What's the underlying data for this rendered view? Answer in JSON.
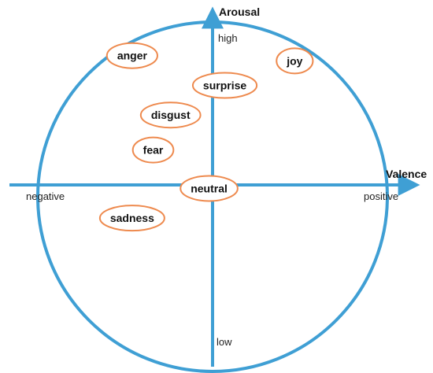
{
  "colors": {
    "axis": "#3f9fd4",
    "ellipse_stroke": "#ee8a4e",
    "text": "#111111"
  },
  "axes": {
    "vertical_title": "Arousal",
    "horizontal_title": "Valence",
    "high": "high",
    "low": "low",
    "negative": "negative",
    "positive": "positive"
  },
  "emotions": [
    {
      "label": "anger",
      "valence": -0.46,
      "arousal": 0.74
    },
    {
      "label": "joy",
      "valence": 0.47,
      "arousal": 0.71
    },
    {
      "label": "surprise",
      "valence": 0.07,
      "arousal": 0.57
    },
    {
      "label": "disgust",
      "valence": -0.24,
      "arousal": 0.4
    },
    {
      "label": "fear",
      "valence": -0.34,
      "arousal": 0.2
    },
    {
      "label": "neutral",
      "valence": -0.02,
      "arousal": -0.02
    },
    {
      "label": "sadness",
      "valence": -0.46,
      "arousal": -0.19
    }
  ]
}
